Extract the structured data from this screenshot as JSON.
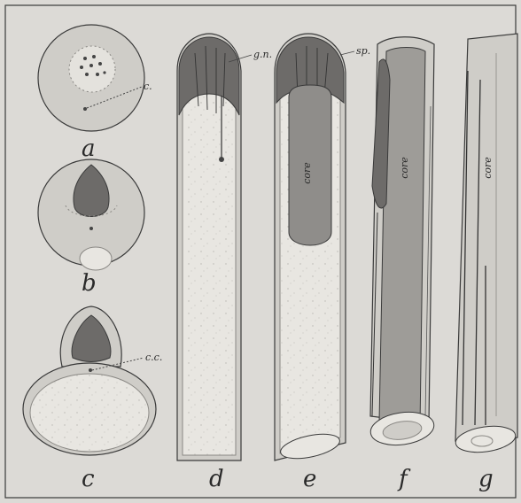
{
  "figures": [
    {
      "id": "a",
      "label": "a",
      "annotation": "c.",
      "kind": "cross-section"
    },
    {
      "id": "b",
      "label": "b",
      "kind": "cross-section"
    },
    {
      "id": "c",
      "label": "c",
      "annotation": "c.c.",
      "kind": "cross-section"
    },
    {
      "id": "d",
      "label": "d",
      "annotation": "g.n.",
      "kind": "longitudinal"
    },
    {
      "id": "e",
      "label": "e",
      "annotation": "sp.",
      "inner_label": "core",
      "kind": "longitudinal"
    },
    {
      "id": "f",
      "label": "f",
      "inner_label": "core",
      "kind": "longitudinal"
    },
    {
      "id": "g",
      "label": "g",
      "inner_label": "core",
      "kind": "longitudinal"
    }
  ],
  "colors": {
    "background": "#dcdad6",
    "tissue": "#cfcdc8",
    "pale": "#e8e6e1",
    "dark": "#6d6b69",
    "outline": "#3a3a3a"
  }
}
